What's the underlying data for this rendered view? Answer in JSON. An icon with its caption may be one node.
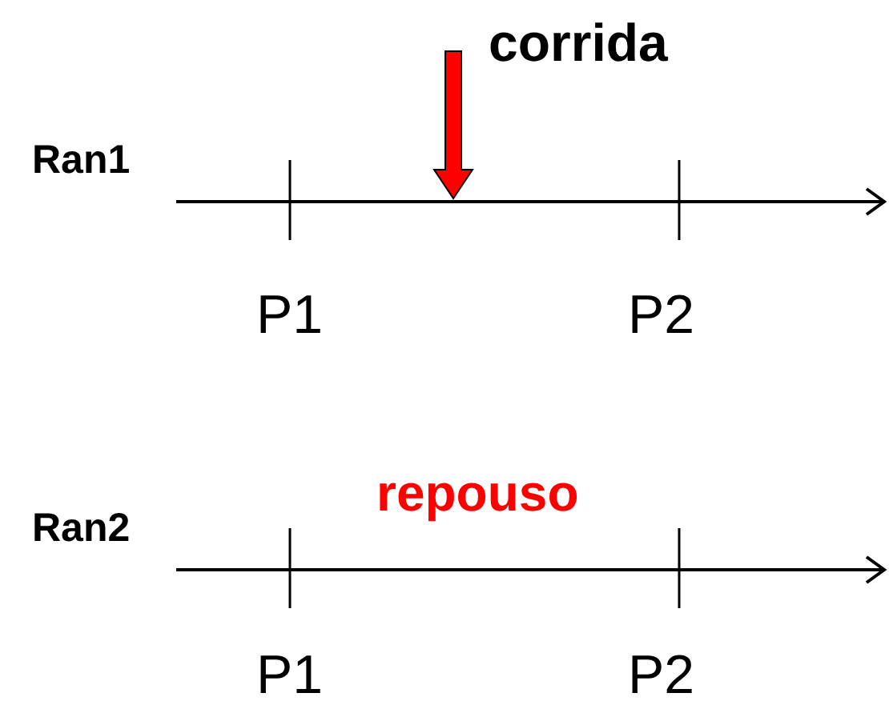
{
  "diagram": {
    "labels": [
      "corrida",
      "Ran1",
      "P1",
      "P2",
      "repouso",
      "Ran2",
      "P1",
      "P2"
    ]
  }
}
